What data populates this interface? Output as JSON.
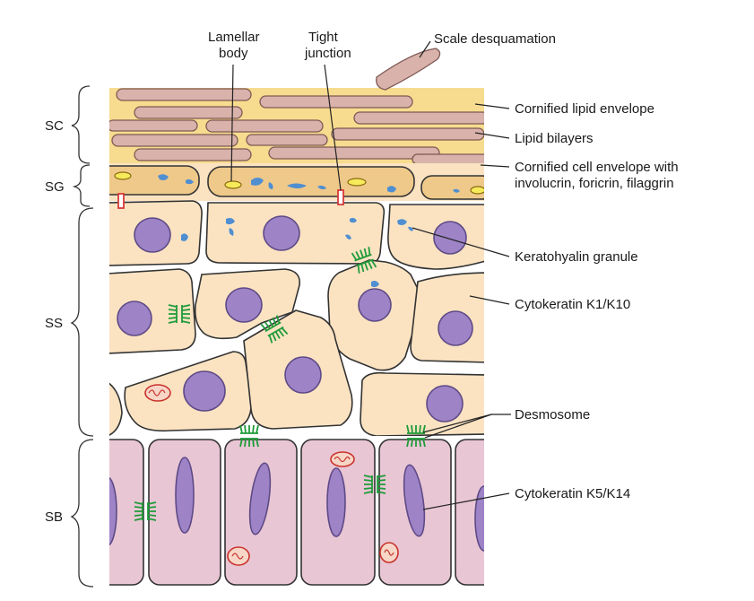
{
  "top_labels": {
    "lamellar_1": "Lamellar",
    "lamellar_2": "body",
    "tight_1": "Tight",
    "tight_2": "junction",
    "scale": "Scale desquamation"
  },
  "layers": {
    "sc": "SC",
    "sg": "SG",
    "ss": "SS",
    "sb": "SB"
  },
  "right_labels": {
    "cornified_lipid": "Cornified lipid envelope",
    "lipid_bilayers": "Lipid bilayers",
    "cell_envelope_1": "Cornified cell envelope with",
    "cell_envelope_2": "involucrin, foricrin, filaggrin",
    "keratohyalin": "Keratohyalin granule",
    "k1k10": "Cytokeratin K1/K10",
    "desmosome": "Desmosome",
    "k5k14": "Cytokeratin K5/K14"
  },
  "colors": {
    "corneocyte_fill": "#d9b2ab",
    "corneocyte_stroke": "#7e5a54",
    "lipid": "#f7dc8f",
    "granular_fill": "#efc98a",
    "spinous_fill": "#fbe3c2",
    "basal_fill": "#e9c6d4",
    "nucleus": "#9e84c7",
    "nucleus_stroke": "#5e4a86",
    "granule": "#4f8ed1",
    "desmosome": "#1f9b3a",
    "mito": "#c8322b",
    "tight_junction": "#d83a3a",
    "outline": "#333333"
  }
}
